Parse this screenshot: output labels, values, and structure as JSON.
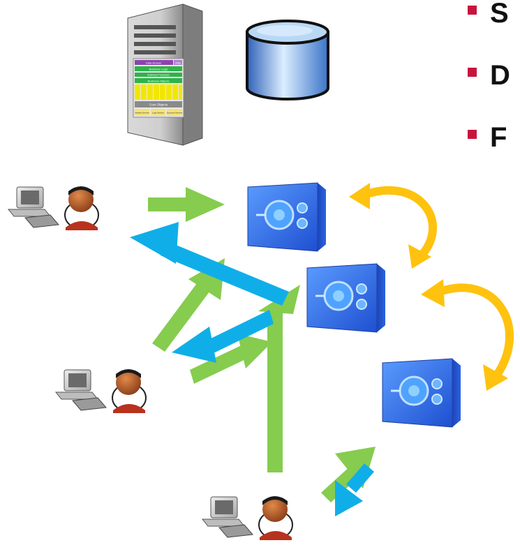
{
  "bullets": [
    {
      "label": "S"
    },
    {
      "label": "D"
    },
    {
      "label": "F"
    }
  ],
  "server_panel": {
    "header": "Data Access",
    "tag": "Utility",
    "rows": [
      "Business Logic",
      "Business Processes",
      "Business Objects"
    ],
    "core": "Core Objects",
    "footer": [
      "Interface Services",
      "Logic Services",
      "Document Services"
    ]
  },
  "colors": {
    "bullet": "#c8143c",
    "request_arrow": "#86cc4e",
    "response_arrow": "#10aee8",
    "replication_arrow": "#ffc20e",
    "vault": "#2f6fe0",
    "database": "#4a8fd8"
  },
  "icons": {
    "server": "server-tower-icon",
    "database": "database-cylinder-icon",
    "vault": "vault-safe-icon",
    "client": "computer-user-icon"
  }
}
